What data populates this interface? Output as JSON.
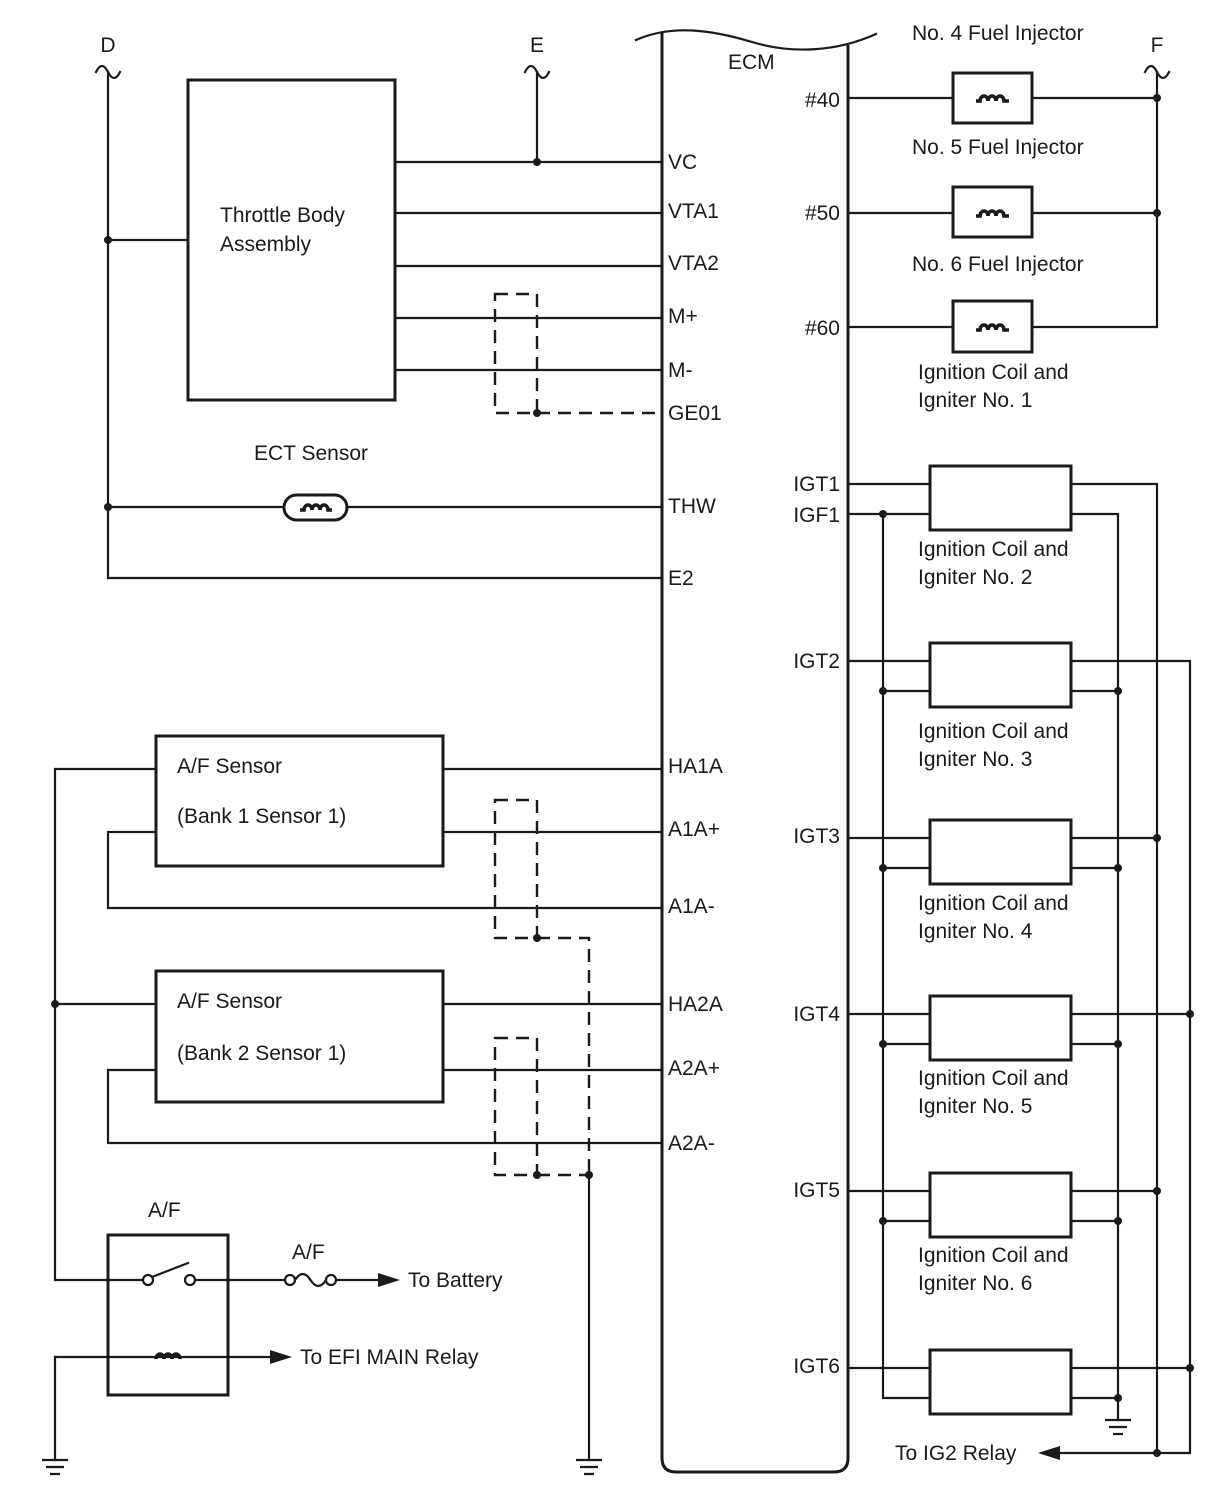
{
  "connectors": {
    "d": "D",
    "e": "E",
    "f": "F"
  },
  "ecm": {
    "label": "ECM",
    "pins_left": {
      "vc": "VC",
      "vta1": "VTA1",
      "vta2": "VTA2",
      "m_plus": "M+",
      "m_minus": "M-",
      "ge01": "GE01",
      "thw": "THW",
      "e2": "E2",
      "ha1a": "HA1A",
      "a1a_plus": "A1A+",
      "a1a_minus": "A1A-",
      "ha2a": "HA2A",
      "a2a_plus": "A2A+",
      "a2a_minus": "A2A-"
    },
    "pins_right": {
      "n40": "#40",
      "n50": "#50",
      "n60": "#60",
      "igt1": "IGT1",
      "igf1": "IGF1",
      "igt2": "IGT2",
      "igt3": "IGT3",
      "igt4": "IGT4",
      "igt5": "IGT5",
      "igt6": "IGT6"
    }
  },
  "throttle_body": {
    "line1": "Throttle Body",
    "line2": "Assembly"
  },
  "ect_sensor": {
    "label": "ECT Sensor"
  },
  "af_sensors": [
    {
      "line1": "A/F Sensor",
      "line2": "(Bank 1 Sensor 1)"
    },
    {
      "line1": "A/F Sensor",
      "line2": "(Bank 2 Sensor 1)"
    }
  ],
  "af_relay": {
    "label": "A/F"
  },
  "af_fuse": {
    "label": "A/F"
  },
  "destinations": {
    "battery": "To Battery",
    "efi_main_relay": "To EFI MAIN Relay",
    "ig2_relay": "To IG2 Relay"
  },
  "fuel_injectors": [
    {
      "label": "No. 4 Fuel Injector"
    },
    {
      "label": "No. 5 Fuel Injector"
    },
    {
      "label": "No. 6 Fuel Injector"
    }
  ],
  "ignition_coils": [
    {
      "line1": "Ignition Coil and",
      "line2": "Igniter No. 1"
    },
    {
      "line1": "Ignition Coil and",
      "line2": "Igniter No. 2"
    },
    {
      "line1": "Ignition Coil and",
      "line2": "Igniter No. 3"
    },
    {
      "line1": "Ignition Coil and",
      "line2": "Igniter No. 4"
    },
    {
      "line1": "Ignition Coil and",
      "line2": "Igniter No. 5"
    },
    {
      "line1": "Ignition Coil and",
      "line2": "Igniter No. 6"
    }
  ]
}
